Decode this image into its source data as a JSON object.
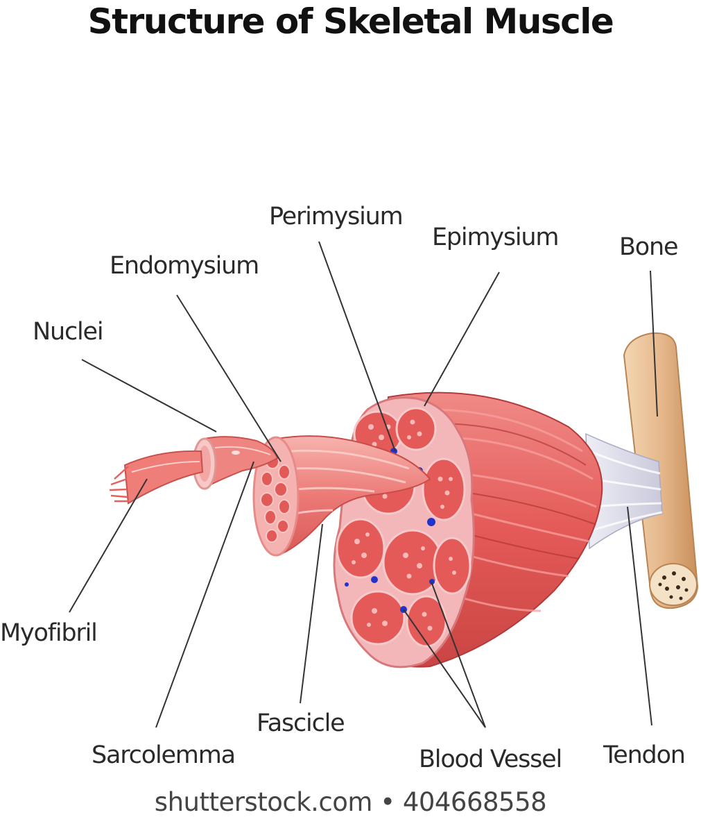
{
  "title": "Structure of Skeletal Muscle",
  "labels": {
    "perimysium": "Perimysium",
    "epimysium": "Epimysium",
    "bone": "Bone",
    "endomysium": "Endomysium",
    "nuclei": "Nuclei",
    "myofibril": "Myofibril",
    "sarcolemma": "Sarcolemma",
    "fascicle": "Fascicle",
    "blood_vessel": "Blood Vessel",
    "tendon": "Tendon"
  },
  "watermark": {
    "site": "shutterstock.com",
    "separator": "•",
    "image_number": "404668558"
  },
  "colors": {
    "muscle": "#e8605e",
    "muscle_light": "#f6a3a0",
    "muscle_dark": "#c63e3e",
    "perimysium": "#f4b7b9",
    "fascicle_fill": "#ea6a68",
    "bone": "#e6b88c",
    "bone_dark": "#c98f5a",
    "tendon": "#d8d8e6",
    "blood_vessel": "#2233cc",
    "leader_line": "#333333"
  }
}
